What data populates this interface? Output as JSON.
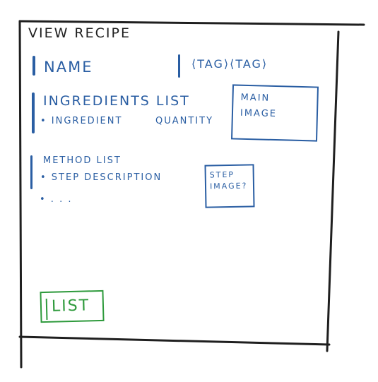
{
  "page": {
    "title": "VIEW RECIPE"
  },
  "recipe": {
    "name_label": "NAME",
    "tags_label": "⟨TAG⟩⟨TAG⟩"
  },
  "ingredients": {
    "heading": "INGREDIENTS LIST",
    "item_label": "• INGREDIENT",
    "quantity_label": "QUANTITY"
  },
  "main_image": {
    "placeholder": "MAIN\nIMAGE"
  },
  "method": {
    "heading": "METHOD LIST",
    "step_label": "• STEP DESCRIPTION",
    "more_label": "• . . ."
  },
  "step_image": {
    "placeholder": "STEP\nIMAGE?"
  },
  "actions": {
    "list_button_label": "LIST"
  },
  "colors": {
    "ink": "#1f1f1f",
    "blue": "#2a5ea3",
    "green": "#2e9a3c"
  }
}
